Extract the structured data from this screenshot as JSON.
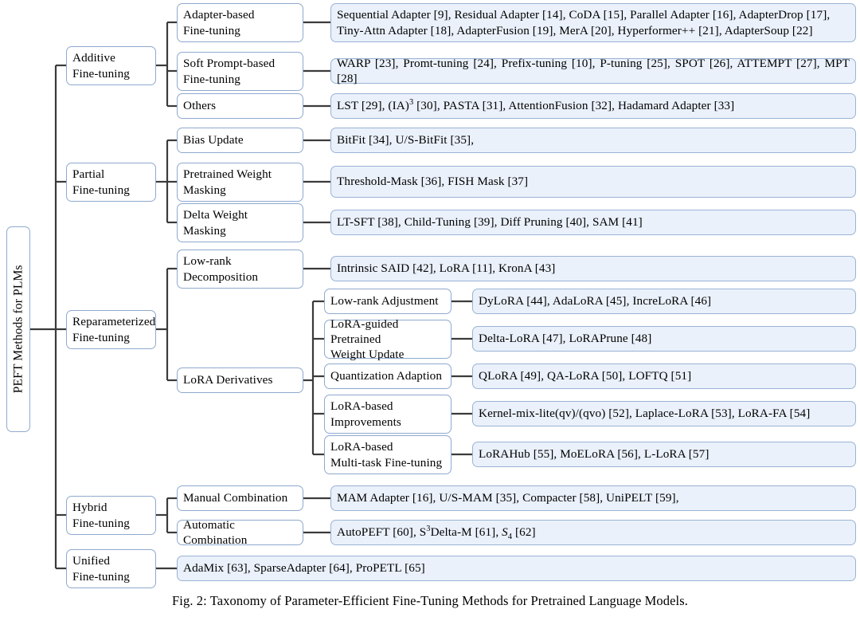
{
  "figure": {
    "caption_prefix": "Fig. 2:",
    "caption_text": "Taxonomy of Parameter-Efficient Fine-Tuning Methods for Pretrained Language Models.",
    "caption_full": "Fig. 2: Taxonomy of Parameter-Efficient Fine-Tuning Methods for Pretrained Language Models."
  },
  "colors": {
    "leaf_fill": "#eaf1fb",
    "node_fill": "#ffffff",
    "node_border": "#8fa9cf",
    "edge": "#3b3b3b",
    "text": "#000000"
  },
  "root": {
    "label": "PEFT Methods for PLMs",
    "orientation": "vertical-rotated-90"
  },
  "branches": [
    {
      "id": "additive",
      "label": "Additive\nFine-tuning",
      "children": [
        {
          "id": "adapter-based",
          "label": "Adapter-based\nFine-tuning",
          "leaf": "Sequential Adapter [9], Residual Adapter [14], CoDA [15], Parallel Adapter [16], AdapterDrop [17],\nTiny-Attn Adapter [18], AdapterFusion [19], MerA [20], Hyperformer++ [21], AdapterSoup [22]"
        },
        {
          "id": "soft-prompt-based",
          "label": "Soft Prompt-based\nFine-tuning",
          "leaf": "WARP [23], Promt-tuning [24], Prefix-tuning [10], P-tuning [25], SPOT [26], ATTEMPT [27], MPT [28]"
        },
        {
          "id": "others",
          "label": "Others",
          "leaf": "LST [29], (IA)<sup>3</sup> [30], PASTA [31], AttentionFusion [32], Hadamard Adapter [33]",
          "leaf_html": true
        }
      ]
    },
    {
      "id": "partial",
      "label": "Partial\nFine-tuning",
      "children": [
        {
          "id": "bias-update",
          "label": "Bias Update",
          "leaf": "BitFit [34], U/S-BitFit [35],"
        },
        {
          "id": "pretrained-weight-masking",
          "label": "Pretrained Weight\nMasking",
          "leaf": "Threshold-Mask [36], FISH Mask [37]"
        },
        {
          "id": "delta-weight-masking",
          "label": "Delta Weight\nMasking",
          "leaf": "LT-SFT [38], Child-Tuning [39], Diff Pruning [40], SAM [41]"
        }
      ]
    },
    {
      "id": "reparameterized",
      "label": "Reparameterized\nFine-tuning",
      "children": [
        {
          "id": "low-rank-decomposition",
          "label": "Low-rank\nDecomposition",
          "leaf": "Intrinsic SAID [42], LoRA [11], KronA [43]"
        },
        {
          "id": "lora-derivatives",
          "label": "LoRA Derivatives",
          "grandchildren": [
            {
              "id": "low-rank-adjustment",
              "label": "Low-rank Adjustment",
              "leaf": "DyLoRA [44], AdaLoRA [45], IncreLoRA [46]"
            },
            {
              "id": "lora-guided-pretrained-weight-update",
              "label": "LoRA-guided Pretrained\nWeight Update",
              "leaf": "Delta-LoRA [47], LoRAPrune [48]"
            },
            {
              "id": "quantization-adaption",
              "label": "Quantization Adaption",
              "leaf": "QLoRA [49], QA-LoRA [50], LOFTQ [51]"
            },
            {
              "id": "lora-based-improvements",
              "label": "LoRA-based\nImprovements",
              "leaf": "Kernel-mix-lite(qv)/(qvo) [52], Laplace-LoRA [53], LoRA-FA [54]"
            },
            {
              "id": "lora-based-multi-task",
              "label": "LoRA-based\nMulti-task Fine-tuning",
              "leaf": "LoRAHub [55], MoELoRA [56], L-LoRA [57]"
            }
          ]
        }
      ]
    },
    {
      "id": "hybrid",
      "label": "Hybrid\nFine-tuning",
      "children": [
        {
          "id": "manual-combination",
          "label": "Manual Combination",
          "leaf": "MAM Adapter [16], U/S-MAM [35], Compacter [58], UniPELT [59],"
        },
        {
          "id": "automatic-combination",
          "label": "Automatic Combination",
          "leaf": "AutoPEFT [60], S<sup>3</sup>Delta-M [61], <span class=\"scriptS\">S</span><sub>4</sub> [62]",
          "leaf_html": true
        }
      ]
    },
    {
      "id": "unified",
      "label": "Unified\nFine-tuning",
      "direct_leaf": "AdaMix [63], SparseAdapter [64], ProPETL [65]"
    }
  ]
}
